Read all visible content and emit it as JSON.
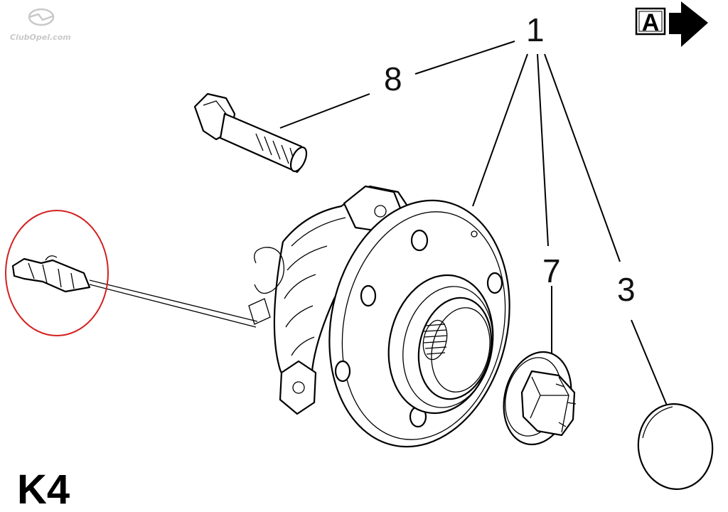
{
  "watermark": {
    "text": "ClubOpel.com",
    "icon": "opel-logo-icon",
    "color": "#c9c9c9"
  },
  "view_marker": {
    "letter": "A",
    "icon": "arrow-right-icon"
  },
  "figure_code": "K4",
  "callouts": {
    "hub_assembly": "1",
    "bolt": "8",
    "nut": "7",
    "dust_cap": "3"
  },
  "highlight": {
    "target": "wheel-speed-sensor-connector",
    "color": "#d42020"
  }
}
